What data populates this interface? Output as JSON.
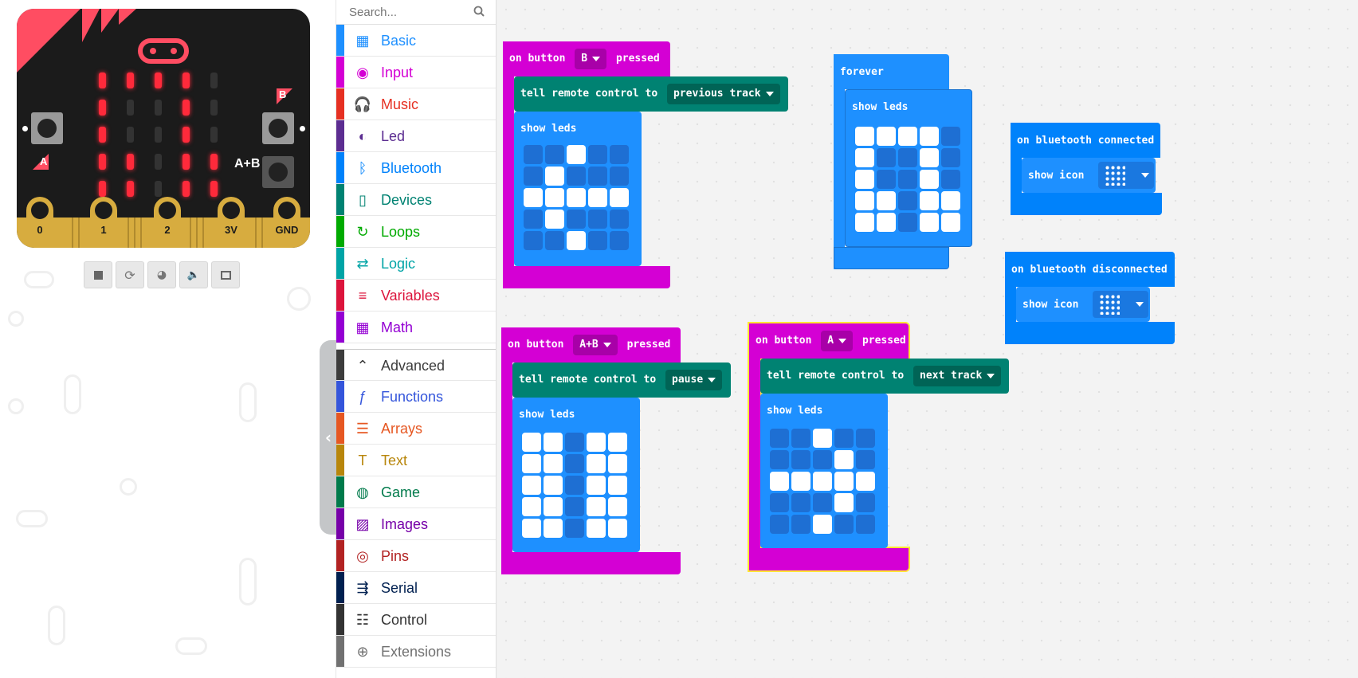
{
  "simulator": {
    "pin_labels": [
      "0",
      "1",
      "2",
      "3V",
      "GND"
    ],
    "button_a_label": "A",
    "button_b_label": "B",
    "button_ab_label": "A+B",
    "led_matrix": [
      [
        1,
        1,
        1,
        1,
        0
      ],
      [
        1,
        0,
        0,
        1,
        0
      ],
      [
        1,
        0,
        0,
        1,
        0
      ],
      [
        1,
        1,
        0,
        1,
        1
      ],
      [
        1,
        1,
        0,
        1,
        1
      ]
    ],
    "controls": [
      "stop-icon",
      "restart-icon",
      "slow-motion-icon",
      "mute-icon",
      "fullscreen-icon"
    ]
  },
  "toolbox": {
    "search_placeholder": "Search...",
    "categories": [
      {
        "label": "Basic",
        "color": "#1e90ff",
        "icon": "grid-icon"
      },
      {
        "label": "Input",
        "color": "#d400d4",
        "icon": "target-icon"
      },
      {
        "label": "Music",
        "color": "#e63022",
        "icon": "headphones-icon"
      },
      {
        "label": "Led",
        "color": "#5c2d91",
        "icon": "toggle-icon"
      },
      {
        "label": "Bluetooth",
        "color": "#0082fb",
        "icon": "bluetooth-icon"
      },
      {
        "label": "Devices",
        "color": "#008272",
        "icon": "phone-icon"
      },
      {
        "label": "Loops",
        "color": "#00aa00",
        "icon": "loop-icon"
      },
      {
        "label": "Logic",
        "color": "#00a4a6",
        "icon": "shuffle-icon"
      },
      {
        "label": "Variables",
        "color": "#dc143c",
        "icon": "lines-icon"
      },
      {
        "label": "Math",
        "color": "#9400d3",
        "icon": "calculator-icon"
      },
      {
        "label": "Advanced",
        "color": "#3c3c3c",
        "icon": "chevron-up-icon"
      },
      {
        "label": "Functions",
        "color": "#3455db",
        "icon": "function-icon"
      },
      {
        "label": "Arrays",
        "color": "#e65722",
        "icon": "list-icon"
      },
      {
        "label": "Text",
        "color": "#b8860b",
        "icon": "text-icon"
      },
      {
        "label": "Game",
        "color": "#007a4b",
        "icon": "gamepad-icon"
      },
      {
        "label": "Images",
        "color": "#7600a8",
        "icon": "image-icon"
      },
      {
        "label": "Pins",
        "color": "#b22222",
        "icon": "pin-target-icon"
      },
      {
        "label": "Serial",
        "color": "#002050",
        "icon": "usb-icon"
      },
      {
        "label": "Control",
        "color": "#333333",
        "icon": "control-icon"
      },
      {
        "label": "Extensions",
        "color": "#717171",
        "icon": "plus-circle-icon"
      }
    ]
  },
  "workspace": {
    "block_b": {
      "event_prefix": "on button",
      "button": "B",
      "event_suffix": "pressed",
      "tell": "tell remote control to",
      "action": "previous track",
      "show_leds": "show leds",
      "leds": [
        [
          0,
          0,
          1,
          0,
          0
        ],
        [
          0,
          1,
          0,
          0,
          0
        ],
        [
          1,
          1,
          1,
          1,
          1
        ],
        [
          0,
          1,
          0,
          0,
          0
        ],
        [
          0,
          0,
          1,
          0,
          0
        ]
      ]
    },
    "block_ab": {
      "event_prefix": "on button",
      "button": "A+B",
      "event_suffix": "pressed",
      "tell": "tell remote control to",
      "action": "pause",
      "show_leds": "show leds",
      "leds": [
        [
          1,
          1,
          0,
          1,
          1
        ],
        [
          1,
          1,
          0,
          1,
          1
        ],
        [
          1,
          1,
          0,
          1,
          1
        ],
        [
          1,
          1,
          0,
          1,
          1
        ],
        [
          1,
          1,
          0,
          1,
          1
        ]
      ]
    },
    "block_a": {
      "event_prefix": "on button",
      "button": "A",
      "event_suffix": "pressed",
      "tell": "tell remote control to",
      "action": "next track",
      "show_leds": "show leds",
      "leds": [
        [
          0,
          0,
          1,
          0,
          0
        ],
        [
          0,
          0,
          0,
          1,
          0
        ],
        [
          1,
          1,
          1,
          1,
          1
        ],
        [
          0,
          0,
          0,
          1,
          0
        ],
        [
          0,
          0,
          1,
          0,
          0
        ]
      ]
    },
    "forever": {
      "label": "forever",
      "show_leds": "show leds",
      "leds": [
        [
          1,
          1,
          1,
          1,
          0
        ],
        [
          1,
          0,
          0,
          1,
          0
        ],
        [
          1,
          0,
          0,
          1,
          0
        ],
        [
          1,
          1,
          0,
          1,
          1
        ],
        [
          1,
          1,
          0,
          1,
          1
        ]
      ]
    },
    "bt_connected": {
      "label": "on bluetooth connected",
      "show_icon": "show icon"
    },
    "bt_disconnected": {
      "label": "on bluetooth disconnected",
      "show_icon": "show icon"
    },
    "colors": {
      "input": "#d400d4",
      "devices": "#008272",
      "basic": "#1e90ff",
      "bluetooth": "#0082fb"
    }
  }
}
